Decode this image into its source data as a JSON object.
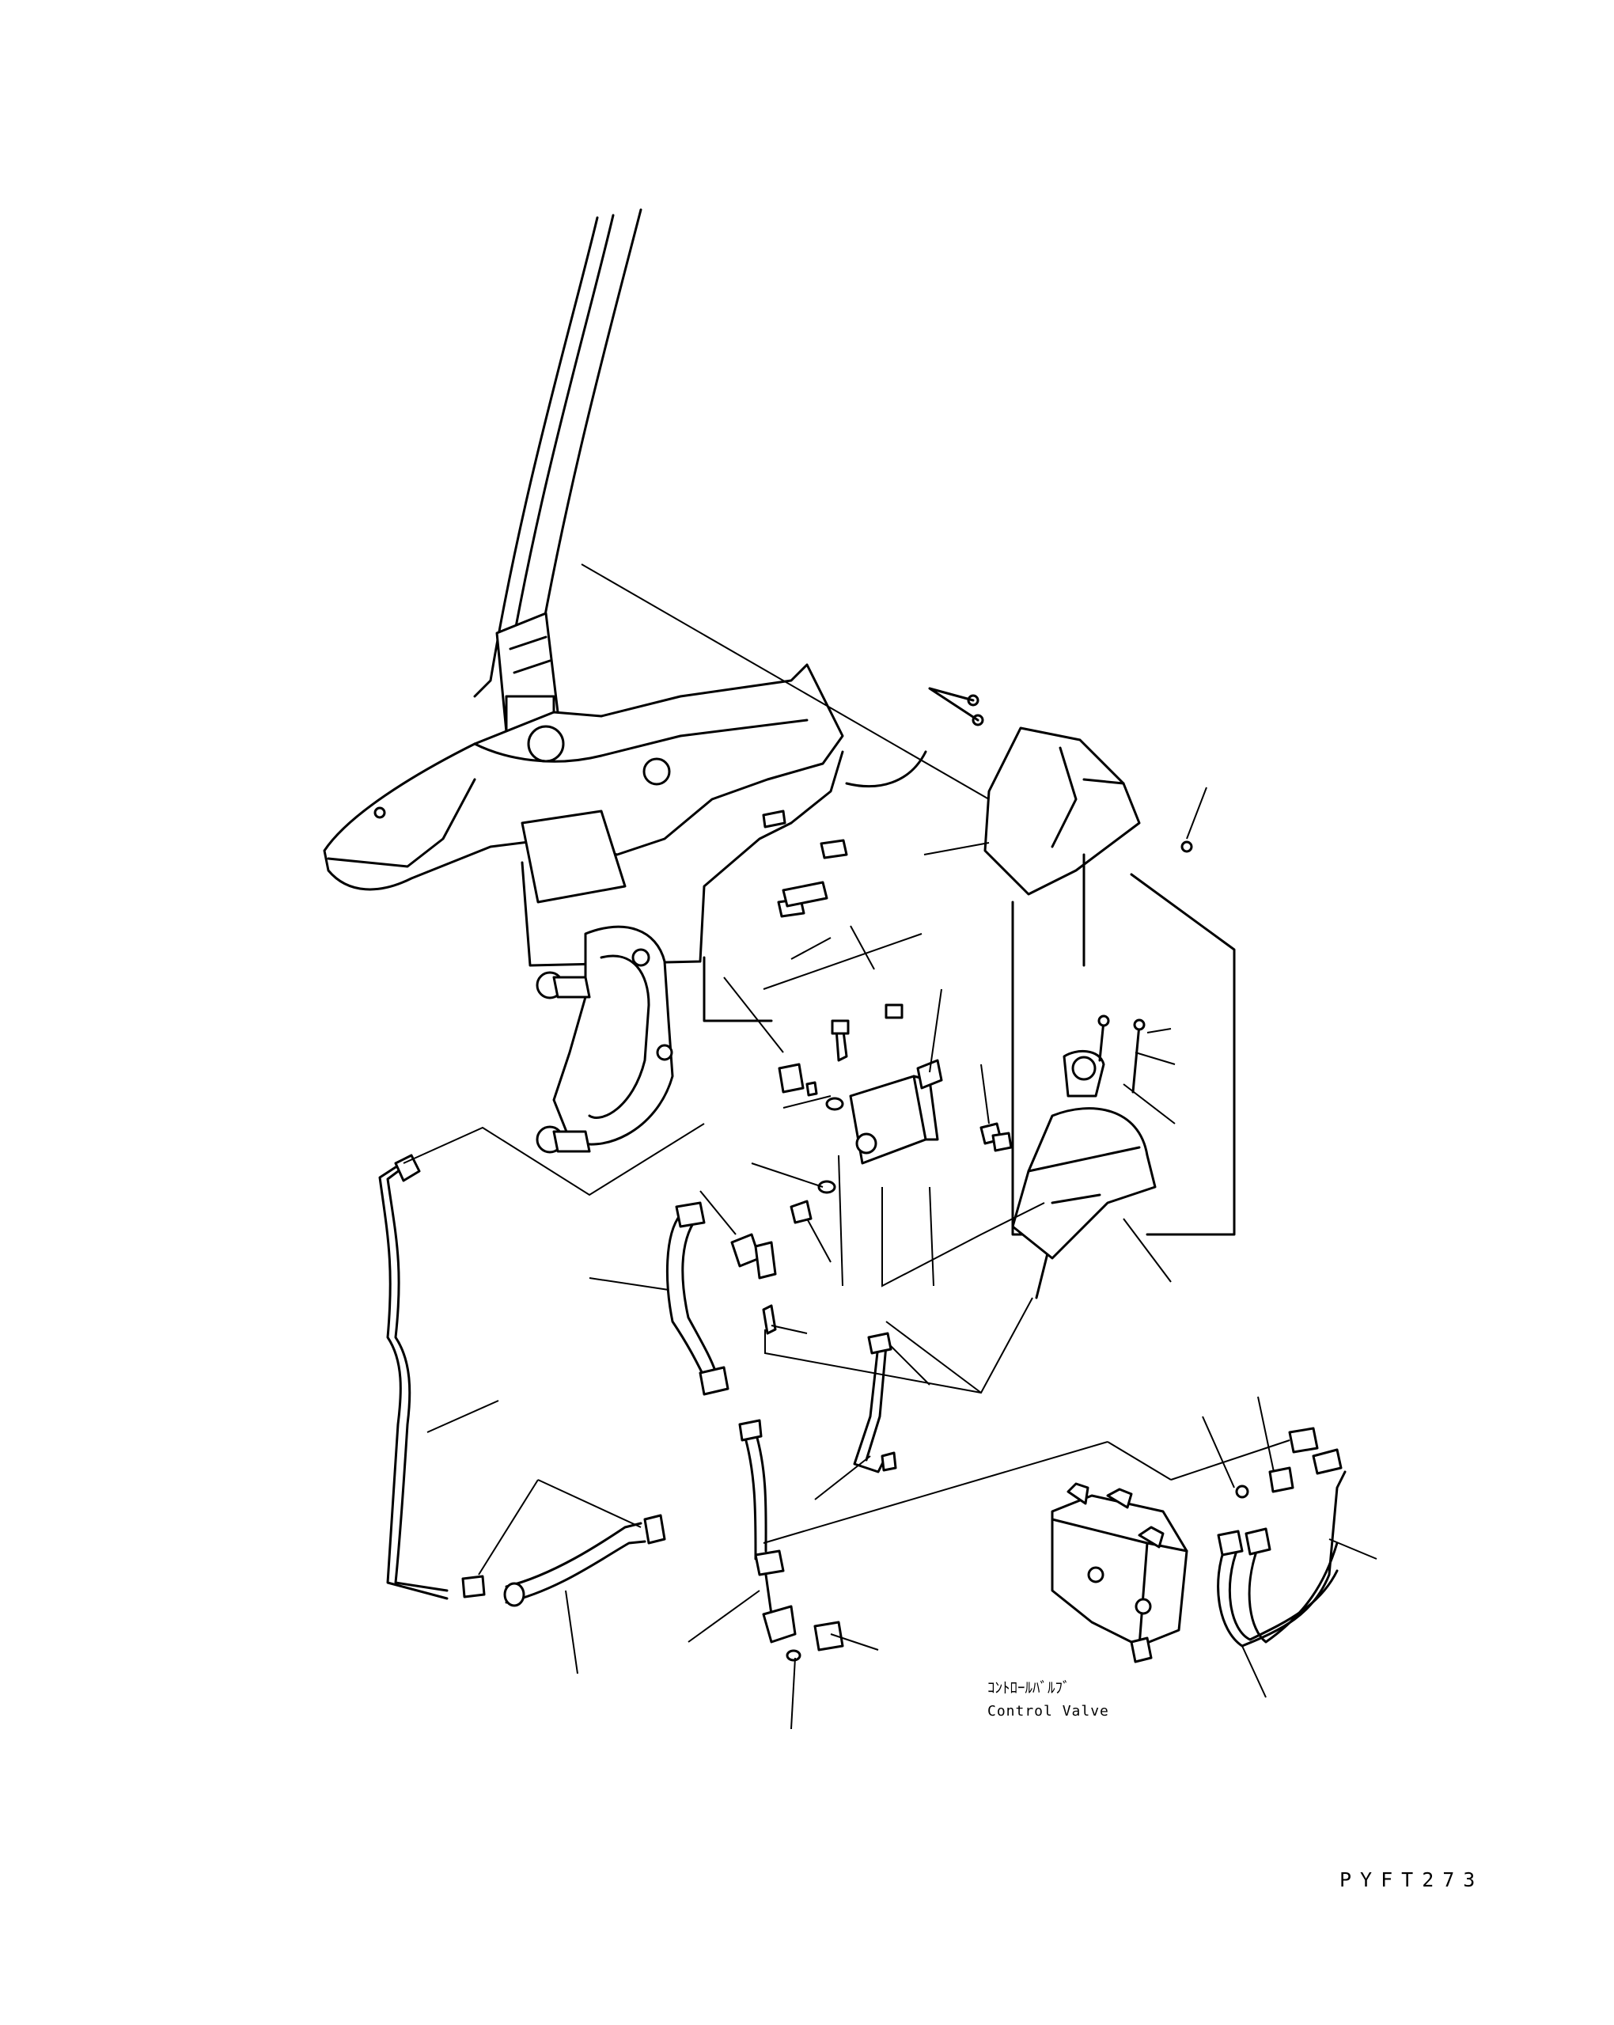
{
  "diagram": {
    "labels": {
      "control_valve_jp": "ｺﾝﾄﾛｰﾙﾊﾞﾙﾌﾞ",
      "control_valve_en": "Control Valve"
    },
    "drawing_code": "PYFT273"
  }
}
